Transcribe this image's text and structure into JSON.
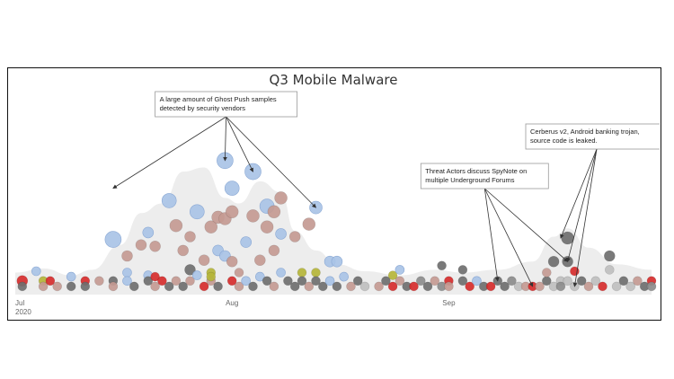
{
  "chart_data": {
    "type": "scatter",
    "title": "Q3 Mobile Malware",
    "xlabel": "",
    "ylabel": "",
    "x_ticks": [
      {
        "label": "Jul",
        "sub": "2020",
        "date": "2020-07-01"
      },
      {
        "label": "Aug",
        "sub": "",
        "date": "2020-08-01"
      },
      {
        "label": "Sep",
        "sub": "",
        "date": "2020-09-01"
      }
    ],
    "xlim": [
      "2020-07-01",
      "2020-09-30"
    ],
    "grid": false,
    "colors": {
      "ghost_push": "#a9c3e6",
      "brown": "#c49a92",
      "red": "#d62d2d",
      "dark_gray": "#6f6f6f",
      "gray": "#8c8c8c",
      "light_gray": "#bfbfbf",
      "olive": "#b5b53a",
      "density": "#ededed"
    },
    "density_curve": [
      [
        "2020-07-01",
        0.12
      ],
      [
        "2020-07-05",
        0.15
      ],
      [
        "2020-07-09",
        0.1
      ],
      [
        "2020-07-12",
        0.14
      ],
      [
        "2020-07-16",
        0.32
      ],
      [
        "2020-07-19",
        0.55
      ],
      [
        "2020-07-22",
        0.62
      ],
      [
        "2020-07-25",
        0.85
      ],
      [
        "2020-07-28",
        0.88
      ],
      [
        "2020-07-31",
        0.66
      ],
      [
        "2020-08-02",
        0.62
      ],
      [
        "2020-08-05",
        0.78
      ],
      [
        "2020-08-08",
        0.7
      ],
      [
        "2020-08-10",
        0.42
      ],
      [
        "2020-08-13",
        0.28
      ],
      [
        "2020-08-16",
        0.18
      ],
      [
        "2020-08-20",
        0.13
      ],
      [
        "2020-08-25",
        0.1
      ],
      [
        "2020-08-30",
        0.14
      ],
      [
        "2020-09-03",
        0.12
      ],
      [
        "2020-09-08",
        0.14
      ],
      [
        "2020-09-13",
        0.2
      ],
      [
        "2020-09-16",
        0.38
      ],
      [
        "2020-09-18",
        0.44
      ],
      [
        "2020-09-21",
        0.3
      ],
      [
        "2020-09-25",
        0.18
      ],
      [
        "2020-09-30",
        0.14
      ]
    ],
    "points": [
      {
        "date": "2020-07-02",
        "y": 0.06,
        "r": 6,
        "c": "red"
      },
      {
        "date": "2020-07-02",
        "y": 0.02,
        "r": 5,
        "c": "dark_gray"
      },
      {
        "date": "2020-07-04",
        "y": 0.13,
        "r": 5,
        "c": "ghost_push"
      },
      {
        "date": "2020-07-05",
        "y": 0.06,
        "r": 5,
        "c": "olive"
      },
      {
        "date": "2020-07-05",
        "y": 0.02,
        "r": 5,
        "c": "brown"
      },
      {
        "date": "2020-07-06",
        "y": 0.06,
        "r": 5,
        "c": "red"
      },
      {
        "date": "2020-07-07",
        "y": 0.02,
        "r": 5,
        "c": "brown"
      },
      {
        "date": "2020-07-09",
        "y": 0.09,
        "r": 5,
        "c": "ghost_push"
      },
      {
        "date": "2020-07-09",
        "y": 0.02,
        "r": 5,
        "c": "dark_gray"
      },
      {
        "date": "2020-07-11",
        "y": 0.06,
        "r": 5,
        "c": "red"
      },
      {
        "date": "2020-07-11",
        "y": 0.02,
        "r": 5,
        "c": "dark_gray"
      },
      {
        "date": "2020-07-13",
        "y": 0.06,
        "r": 5,
        "c": "brown"
      },
      {
        "date": "2020-07-15",
        "y": 0.06,
        "r": 5,
        "c": "dark_gray"
      },
      {
        "date": "2020-07-15",
        "y": 0.02,
        "r": 5,
        "c": "brown"
      },
      {
        "date": "2020-07-15",
        "y": 0.36,
        "r": 9,
        "c": "ghost_push"
      },
      {
        "date": "2020-07-17",
        "y": 0.12,
        "r": 5,
        "c": "ghost_push"
      },
      {
        "date": "2020-07-17",
        "y": 0.24,
        "r": 6,
        "c": "brown"
      },
      {
        "date": "2020-07-17",
        "y": 0.06,
        "r": 5,
        "c": "ghost_push"
      },
      {
        "date": "2020-07-18",
        "y": 0.02,
        "r": 5,
        "c": "dark_gray"
      },
      {
        "date": "2020-07-19",
        "y": 0.32,
        "r": 6,
        "c": "brown"
      },
      {
        "date": "2020-07-20",
        "y": 0.41,
        "r": 6,
        "c": "ghost_push"
      },
      {
        "date": "2020-07-20",
        "y": 0.1,
        "r": 5,
        "c": "ghost_push"
      },
      {
        "date": "2020-07-20",
        "y": 0.06,
        "r": 5,
        "c": "dark_gray"
      },
      {
        "date": "2020-07-21",
        "y": 0.31,
        "r": 6,
        "c": "brown"
      },
      {
        "date": "2020-07-21",
        "y": 0.09,
        "r": 5,
        "c": "red"
      },
      {
        "date": "2020-07-21",
        "y": 0.02,
        "r": 5,
        "c": "brown"
      },
      {
        "date": "2020-07-22",
        "y": 0.06,
        "r": 5,
        "c": "red"
      },
      {
        "date": "2020-07-23",
        "y": 0.02,
        "r": 5,
        "c": "dark_gray"
      },
      {
        "date": "2020-07-23",
        "y": 0.64,
        "r": 8,
        "c": "ghost_push"
      },
      {
        "date": "2020-07-24",
        "y": 0.46,
        "r": 7,
        "c": "brown"
      },
      {
        "date": "2020-07-24",
        "y": 0.06,
        "r": 5,
        "c": "brown"
      },
      {
        "date": "2020-07-25",
        "y": 0.28,
        "r": 6,
        "c": "brown"
      },
      {
        "date": "2020-07-25",
        "y": 0.02,
        "r": 5,
        "c": "dark_gray"
      },
      {
        "date": "2020-07-26",
        "y": 0.38,
        "r": 6,
        "c": "brown"
      },
      {
        "date": "2020-07-26",
        "y": 0.14,
        "r": 6,
        "c": "dark_gray"
      },
      {
        "date": "2020-07-26",
        "y": 0.06,
        "r": 5,
        "c": "brown"
      },
      {
        "date": "2020-07-27",
        "y": 0.56,
        "r": 8,
        "c": "ghost_push"
      },
      {
        "date": "2020-07-27",
        "y": 0.1,
        "r": 5,
        "c": "ghost_push"
      },
      {
        "date": "2020-07-28",
        "y": 0.02,
        "r": 5,
        "c": "red"
      },
      {
        "date": "2020-07-28",
        "y": 0.21,
        "r": 6,
        "c": "brown"
      },
      {
        "date": "2020-07-29",
        "y": 0.45,
        "r": 7,
        "c": "brown"
      },
      {
        "date": "2020-07-29",
        "y": 0.06,
        "r": 5,
        "c": "brown"
      },
      {
        "date": "2020-07-29",
        "y": 0.12,
        "r": 5,
        "c": "olive"
      },
      {
        "date": "2020-07-29",
        "y": 0.09,
        "r": 5,
        "c": "olive"
      },
      {
        "date": "2020-07-30",
        "y": 0.52,
        "r": 7,
        "c": "brown"
      },
      {
        "date": "2020-07-30",
        "y": 0.02,
        "r": 5,
        "c": "dark_gray"
      },
      {
        "date": "2020-07-30",
        "y": 0.28,
        "r": 6,
        "c": "ghost_push"
      },
      {
        "date": "2020-07-31",
        "y": 0.93,
        "r": 9,
        "c": "ghost_push"
      },
      {
        "date": "2020-07-31",
        "y": 0.51,
        "r": 7,
        "c": "brown"
      },
      {
        "date": "2020-07-31",
        "y": 0.24,
        "r": 6,
        "c": "ghost_push"
      },
      {
        "date": "2020-08-01",
        "y": 0.06,
        "r": 5,
        "c": "red"
      },
      {
        "date": "2020-08-01",
        "y": 0.73,
        "r": 8,
        "c": "ghost_push"
      },
      {
        "date": "2020-08-01",
        "y": 0.56,
        "r": 7,
        "c": "brown"
      },
      {
        "date": "2020-08-01",
        "y": 0.2,
        "r": 6,
        "c": "brown"
      },
      {
        "date": "2020-08-02",
        "y": 0.02,
        "r": 5,
        "c": "brown"
      },
      {
        "date": "2020-08-02",
        "y": 0.12,
        "r": 5,
        "c": "brown"
      },
      {
        "date": "2020-08-03",
        "y": 0.34,
        "r": 6,
        "c": "ghost_push"
      },
      {
        "date": "2020-08-03",
        "y": 0.06,
        "r": 5,
        "c": "ghost_push"
      },
      {
        "date": "2020-08-04",
        "y": 0.53,
        "r": 7,
        "c": "brown"
      },
      {
        "date": "2020-08-04",
        "y": 0.02,
        "r": 5,
        "c": "dark_gray"
      },
      {
        "date": "2020-08-04",
        "y": 0.85,
        "r": 9,
        "c": "ghost_push"
      },
      {
        "date": "2020-08-05",
        "y": 0.21,
        "r": 6,
        "c": "brown"
      },
      {
        "date": "2020-08-05",
        "y": 0.09,
        "r": 5,
        "c": "ghost_push"
      },
      {
        "date": "2020-08-06",
        "y": 0.06,
        "r": 5,
        "c": "dark_gray"
      },
      {
        "date": "2020-08-06",
        "y": 0.6,
        "r": 8,
        "c": "ghost_push"
      },
      {
        "date": "2020-08-06",
        "y": 0.45,
        "r": 7,
        "c": "brown"
      },
      {
        "date": "2020-08-07",
        "y": 0.56,
        "r": 7,
        "c": "brown"
      },
      {
        "date": "2020-08-07",
        "y": 0.28,
        "r": 6,
        "c": "brown"
      },
      {
        "date": "2020-08-07",
        "y": 0.02,
        "r": 5,
        "c": "brown"
      },
      {
        "date": "2020-08-08",
        "y": 0.66,
        "r": 7,
        "c": "brown"
      },
      {
        "date": "2020-08-08",
        "y": 0.4,
        "r": 6,
        "c": "ghost_push"
      },
      {
        "date": "2020-08-08",
        "y": 0.12,
        "r": 5,
        "c": "ghost_push"
      },
      {
        "date": "2020-08-09",
        "y": 0.06,
        "r": 5,
        "c": "dark_gray"
      },
      {
        "date": "2020-08-10",
        "y": 0.02,
        "r": 5,
        "c": "dark_gray"
      },
      {
        "date": "2020-08-10",
        "y": 0.38,
        "r": 6,
        "c": "brown"
      },
      {
        "date": "2020-08-11",
        "y": 0.12,
        "r": 5,
        "c": "olive"
      },
      {
        "date": "2020-08-11",
        "y": 0.06,
        "r": 5,
        "c": "dark_gray"
      },
      {
        "date": "2020-08-12",
        "y": 0.47,
        "r": 7,
        "c": "brown"
      },
      {
        "date": "2020-08-12",
        "y": 0.02,
        "r": 5,
        "c": "brown"
      },
      {
        "date": "2020-08-13",
        "y": 0.59,
        "r": 7,
        "c": "ghost_push"
      },
      {
        "date": "2020-08-13",
        "y": 0.12,
        "r": 5,
        "c": "olive"
      },
      {
        "date": "2020-08-13",
        "y": 0.06,
        "r": 5,
        "c": "dark_gray"
      },
      {
        "date": "2020-08-14",
        "y": 0.02,
        "r": 5,
        "c": "dark_gray"
      },
      {
        "date": "2020-08-15",
        "y": 0.2,
        "r": 6,
        "c": "ghost_push"
      },
      {
        "date": "2020-08-15",
        "y": 0.06,
        "r": 5,
        "c": "ghost_push"
      },
      {
        "date": "2020-08-16",
        "y": 0.2,
        "r": 6,
        "c": "ghost_push"
      },
      {
        "date": "2020-08-16",
        "y": 0.02,
        "r": 5,
        "c": "dark_gray"
      },
      {
        "date": "2020-08-17",
        "y": 0.09,
        "r": 5,
        "c": "ghost_push"
      },
      {
        "date": "2020-08-18",
        "y": 0.02,
        "r": 5,
        "c": "brown"
      },
      {
        "date": "2020-08-19",
        "y": 0.06,
        "r": 5,
        "c": "dark_gray"
      },
      {
        "date": "2020-08-20",
        "y": 0.02,
        "r": 5,
        "c": "light_gray"
      },
      {
        "date": "2020-08-22",
        "y": 0.02,
        "r": 5,
        "c": "brown"
      },
      {
        "date": "2020-08-23",
        "y": 0.06,
        "r": 5,
        "c": "dark_gray"
      },
      {
        "date": "2020-08-24",
        "y": 0.1,
        "r": 5,
        "c": "olive"
      },
      {
        "date": "2020-08-24",
        "y": 0.02,
        "r": 5,
        "c": "red"
      },
      {
        "date": "2020-08-25",
        "y": 0.14,
        "r": 5,
        "c": "ghost_push"
      },
      {
        "date": "2020-08-25",
        "y": 0.06,
        "r": 5,
        "c": "brown"
      },
      {
        "date": "2020-08-26",
        "y": 0.02,
        "r": 5,
        "c": "dark_gray"
      },
      {
        "date": "2020-08-27",
        "y": 0.02,
        "r": 5,
        "c": "red"
      },
      {
        "date": "2020-08-28",
        "y": 0.06,
        "r": 5,
        "c": "gray"
      },
      {
        "date": "2020-08-29",
        "y": 0.02,
        "r": 5,
        "c": "dark_gray"
      },
      {
        "date": "2020-08-30",
        "y": 0.06,
        "r": 5,
        "c": "brown"
      },
      {
        "date": "2020-08-31",
        "y": 0.02,
        "r": 5,
        "c": "gray"
      },
      {
        "date": "2020-08-31",
        "y": 0.17,
        "r": 5,
        "c": "dark_gray"
      },
      {
        "date": "2020-09-01",
        "y": 0.06,
        "r": 5,
        "c": "red"
      },
      {
        "date": "2020-09-01",
        "y": 0.02,
        "r": 5,
        "c": "brown"
      },
      {
        "date": "2020-09-03",
        "y": 0.06,
        "r": 5,
        "c": "dark_gray"
      },
      {
        "date": "2020-09-03",
        "y": 0.14,
        "r": 5,
        "c": "dark_gray"
      },
      {
        "date": "2020-09-04",
        "y": 0.02,
        "r": 5,
        "c": "red"
      },
      {
        "date": "2020-09-05",
        "y": 0.06,
        "r": 5,
        "c": "ghost_push"
      },
      {
        "date": "2020-09-06",
        "y": 0.02,
        "r": 5,
        "c": "dark_gray"
      },
      {
        "date": "2020-09-07",
        "y": 0.02,
        "r": 5,
        "c": "red"
      },
      {
        "date": "2020-09-08",
        "y": 0.06,
        "r": 5,
        "c": "dark_gray"
      },
      {
        "date": "2020-09-09",
        "y": 0.02,
        "r": 5,
        "c": "dark_gray"
      },
      {
        "date": "2020-09-10",
        "y": 0.06,
        "r": 5,
        "c": "gray"
      },
      {
        "date": "2020-09-11",
        "y": 0.02,
        "r": 5,
        "c": "light_gray"
      },
      {
        "date": "2020-09-12",
        "y": 0.02,
        "r": 5,
        "c": "brown"
      },
      {
        "date": "2020-09-13",
        "y": 0.02,
        "r": 5,
        "c": "red"
      },
      {
        "date": "2020-09-14",
        "y": 0.02,
        "r": 5,
        "c": "brown"
      },
      {
        "date": "2020-09-15",
        "y": 0.06,
        "r": 5,
        "c": "dark_gray"
      },
      {
        "date": "2020-09-15",
        "y": 0.12,
        "r": 5,
        "c": "brown"
      },
      {
        "date": "2020-09-16",
        "y": 0.02,
        "r": 5,
        "c": "light_gray"
      },
      {
        "date": "2020-09-16",
        "y": 0.2,
        "r": 6,
        "c": "dark_gray"
      },
      {
        "date": "2020-09-17",
        "y": 0.06,
        "r": 5,
        "c": "light_gray"
      },
      {
        "date": "2020-09-17",
        "y": 0.02,
        "r": 5,
        "c": "gray"
      },
      {
        "date": "2020-09-18",
        "y": 0.06,
        "r": 5,
        "c": "light_gray"
      },
      {
        "date": "2020-09-18",
        "y": 0.37,
        "r": 7,
        "c": "dark_gray"
      },
      {
        "date": "2020-09-18",
        "y": 0.2,
        "r": 6,
        "c": "dark_gray"
      },
      {
        "date": "2020-09-19",
        "y": 0.02,
        "r": 5,
        "c": "light_gray"
      },
      {
        "date": "2020-09-19",
        "y": 0.13,
        "r": 5,
        "c": "red"
      },
      {
        "date": "2020-09-20",
        "y": 0.06,
        "r": 5,
        "c": "dark_gray"
      },
      {
        "date": "2020-09-21",
        "y": 0.02,
        "r": 5,
        "c": "brown"
      },
      {
        "date": "2020-09-22",
        "y": 0.06,
        "r": 5,
        "c": "light_gray"
      },
      {
        "date": "2020-09-23",
        "y": 0.02,
        "r": 5,
        "c": "red"
      },
      {
        "date": "2020-09-24",
        "y": 0.24,
        "r": 6,
        "c": "dark_gray"
      },
      {
        "date": "2020-09-24",
        "y": 0.14,
        "r": 5,
        "c": "light_gray"
      },
      {
        "date": "2020-09-25",
        "y": 0.02,
        "r": 5,
        "c": "light_gray"
      },
      {
        "date": "2020-09-26",
        "y": 0.06,
        "r": 5,
        "c": "dark_gray"
      },
      {
        "date": "2020-09-27",
        "y": 0.02,
        "r": 5,
        "c": "light_gray"
      },
      {
        "date": "2020-09-28",
        "y": 0.06,
        "r": 5,
        "c": "brown"
      },
      {
        "date": "2020-09-29",
        "y": 0.02,
        "r": 5,
        "c": "dark_gray"
      },
      {
        "date": "2020-09-30",
        "y": 0.06,
        "r": 5,
        "c": "red"
      },
      {
        "date": "2020-09-30",
        "y": 0.02,
        "r": 5,
        "c": "gray"
      }
    ],
    "annotations": [
      {
        "lines": [
          "A large amount of Ghost Push samples",
          "detected by security vendors"
        ],
        "box_date": "2020-07-21",
        "targets": [
          {
            "date": "2020-07-15",
            "y": 0.73
          },
          {
            "date": "2020-07-31",
            "y": 0.93
          },
          {
            "date": "2020-08-04",
            "y": 0.85
          },
          {
            "date": "2020-08-13",
            "y": 0.59
          }
        ]
      },
      {
        "lines": [
          "Threat Actors discuss SpyNote on",
          "multiple Underground Forums"
        ],
        "box_date": "2020-08-28",
        "targets": [
          {
            "date": "2020-09-08",
            "y": 0.06
          },
          {
            "date": "2020-09-13",
            "y": 0.02
          },
          {
            "date": "2020-09-18",
            "y": 0.2
          }
        ]
      },
      {
        "lines": [
          "Cerberus v2, Android banking trojan,",
          "source code is leaked."
        ],
        "box_date": "2020-09-12",
        "targets": [
          {
            "date": "2020-09-18",
            "y": 0.2
          },
          {
            "date": "2020-09-19",
            "y": 0.02
          },
          {
            "date": "2020-09-17",
            "y": 0.37
          }
        ]
      }
    ]
  }
}
